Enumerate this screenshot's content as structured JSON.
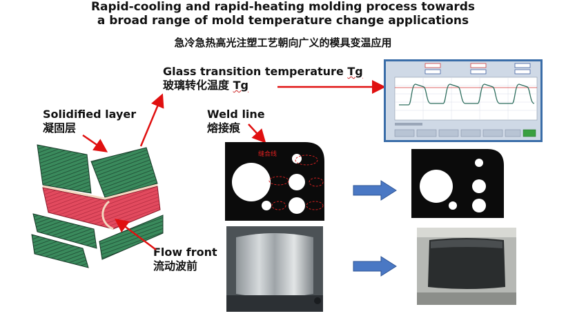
{
  "title": {
    "line1": "Rapid-cooling and rapid-heating molding process towards",
    "line2": "a broad range of mold temperature change applications",
    "chinese": "急冷急热高光注塑工艺朝向广义的模具变温应用"
  },
  "labels": {
    "glass_en": "Glass transition temperature ",
    "glass_tg": "Tg",
    "glass_cn": "玻璃转化温度 ",
    "glass_cn_tg": "Tg",
    "solid_en": "Solidified layer",
    "solid_cn": "凝固层",
    "weld_en": "Weld line",
    "weld_cn": "熔接痕",
    "flow_en": "Flow front",
    "flow_cn": "流动波前"
  },
  "plate_annotation": "缝合线",
  "colors": {
    "arrow_red": "#e01010",
    "block_arrow": "#4a78c4",
    "mold_green": "#2f7a4f",
    "melt_red": "#e0455a",
    "plate_black": "#0b0b0b",
    "hmi_frame": "#3a6da8"
  }
}
